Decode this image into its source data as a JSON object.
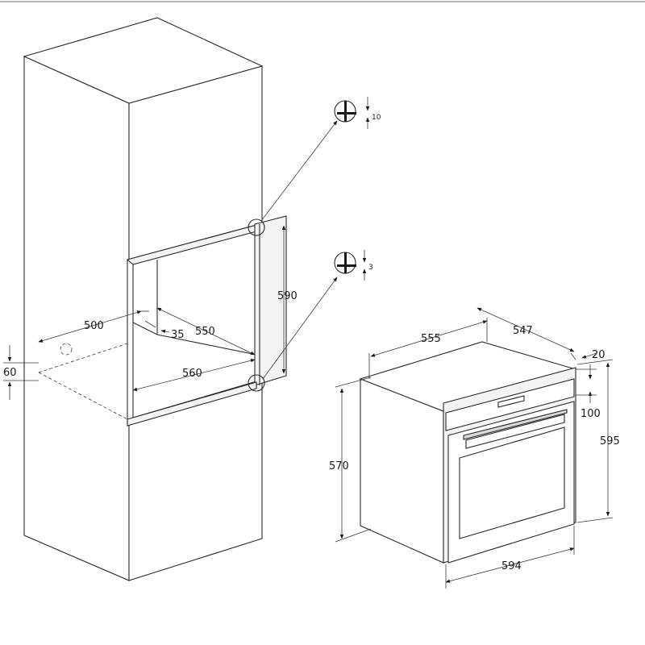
{
  "dimensions": {
    "cab_depth": "500",
    "cab_inner_width": "550",
    "cab_edge": "35",
    "cab_width": "560",
    "cab_height": "590",
    "cab_base": "60",
    "detail_top": "10",
    "detail_bottom": "3",
    "oven_depth": "555",
    "oven_depth_top": "547",
    "oven_panel": "20",
    "oven_control_height": "100",
    "oven_height": "595",
    "oven_body_height": "570",
    "oven_width": "594"
  }
}
